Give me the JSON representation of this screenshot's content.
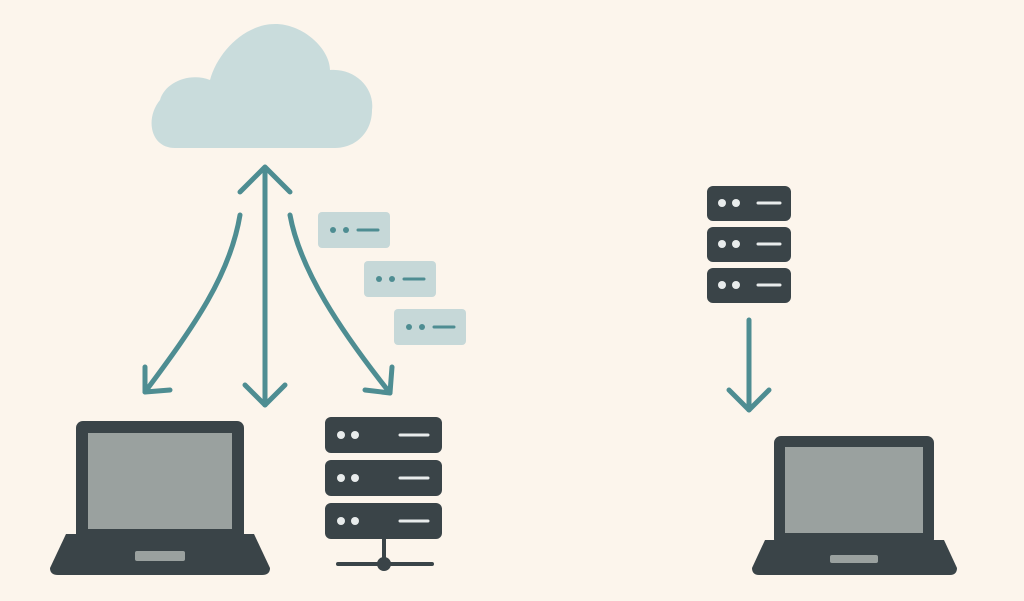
{
  "colors": {
    "background": "#fcf5ec",
    "cloud": "#c9dcdc",
    "arrow": "#4e8d92",
    "device_dark": "#3a4448",
    "screen": "#9aa19f",
    "tag_bg": "#c6d8d8",
    "tag_mark": "#4e8d92",
    "server_led": "#e8ecec"
  },
  "icons": {
    "cloud": "cloud-icon",
    "laptop_left": "laptop-icon",
    "server_left": "server-rack-icon",
    "network": "network-connector-icon",
    "server_right": "server-rack-icon",
    "laptop_right": "laptop-icon",
    "packet": "data-packet-icon"
  },
  "diagram": {
    "left_group": {
      "nodes": [
        "cloud-icon",
        "laptop-icon",
        "server-rack-icon"
      ],
      "connections": [
        {
          "from": "cloud-icon",
          "to": "laptop-icon",
          "direction": "down"
        },
        {
          "from": "cloud-icon",
          "to": "server-rack-icon",
          "direction": "down"
        },
        {
          "from": "cloud-icon",
          "to": "center",
          "direction": "bidirectional"
        }
      ],
      "packets": 3
    },
    "right_group": {
      "nodes": [
        "server-rack-icon",
        "laptop-icon"
      ],
      "connections": [
        {
          "from": "server-rack-icon",
          "to": "laptop-icon",
          "direction": "down"
        }
      ]
    }
  }
}
